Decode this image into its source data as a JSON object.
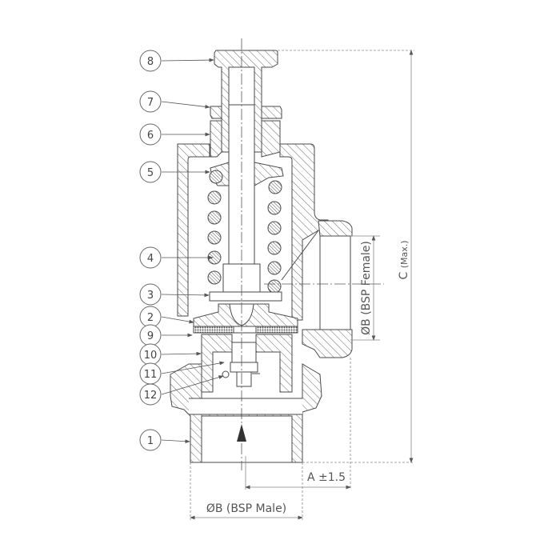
{
  "diagram": {
    "type": "technical cross-section drawing",
    "subject": "safety relief valve (angle type)",
    "line_color": "#4a4a4a",
    "hatch_color": "#6a6a6a",
    "dim_color": "#777777",
    "callouts": [
      {
        "id": "8",
        "label": "8"
      },
      {
        "id": "7",
        "label": "7"
      },
      {
        "id": "6",
        "label": "6"
      },
      {
        "id": "5",
        "label": "5"
      },
      {
        "id": "4",
        "label": "4"
      },
      {
        "id": "3",
        "label": "3"
      },
      {
        "id": "2",
        "label": "2"
      },
      {
        "id": "9",
        "label": "9"
      },
      {
        "id": "10",
        "label": "10"
      },
      {
        "id": "11",
        "label": "11"
      },
      {
        "id": "12",
        "label": "12"
      },
      {
        "id": "1",
        "label": "1"
      }
    ],
    "dimensions": {
      "outlet": {
        "label_main": "ØB",
        "label_sub": "(BSP Female)"
      },
      "height": {
        "label_main": "C",
        "label_sub": "(Max.)"
      },
      "offset": {
        "label": "A ±1.5"
      },
      "inlet": {
        "label_main": "ØB",
        "label_sub": "(BSP Male)"
      }
    },
    "flow_arrow": "upward-arrow"
  }
}
